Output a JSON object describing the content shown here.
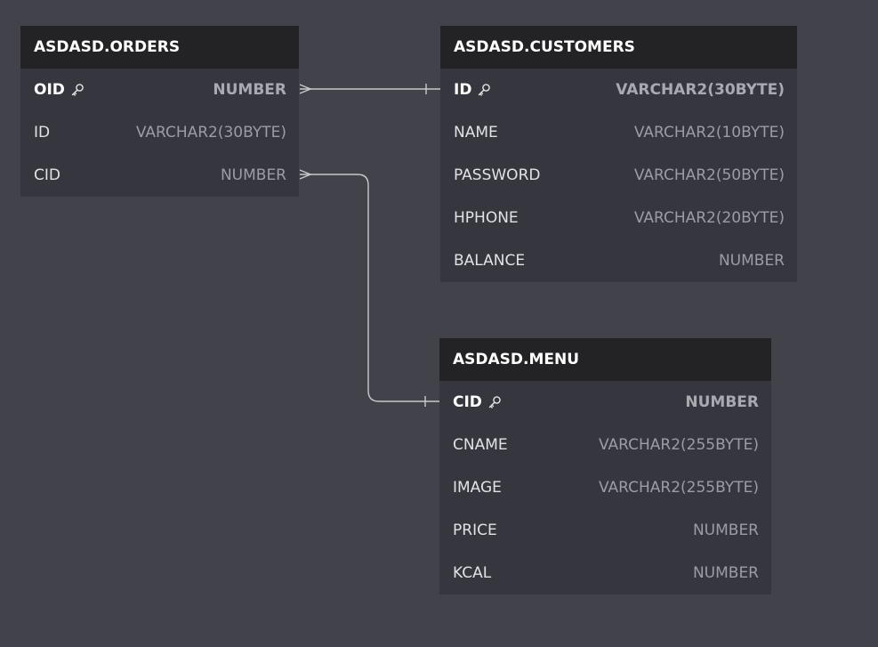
{
  "tables": {
    "orders": {
      "title": "ASDASD.ORDERS",
      "columns": [
        {
          "name": "OID",
          "type": "NUMBER",
          "primary_key": true
        },
        {
          "name": "ID",
          "type": "VARCHAR2(30BYTE)",
          "primary_key": false
        },
        {
          "name": "CID",
          "type": "NUMBER",
          "primary_key": false
        }
      ]
    },
    "customers": {
      "title": "ASDASD.CUSTOMERS",
      "columns": [
        {
          "name": "ID",
          "type": "VARCHAR2(30BYTE)",
          "primary_key": true
        },
        {
          "name": "NAME",
          "type": "VARCHAR2(10BYTE)",
          "primary_key": false
        },
        {
          "name": "PASSWORD",
          "type": "VARCHAR2(50BYTE)",
          "primary_key": false
        },
        {
          "name": "HPHONE",
          "type": "VARCHAR2(20BYTE)",
          "primary_key": false
        },
        {
          "name": "BALANCE",
          "type": "NUMBER",
          "primary_key": false
        }
      ]
    },
    "menu": {
      "title": "ASDASD.MENU",
      "columns": [
        {
          "name": "CID",
          "type": "NUMBER",
          "primary_key": true
        },
        {
          "name": "CNAME",
          "type": "VARCHAR2(255BYTE)",
          "primary_key": false
        },
        {
          "name": "IMAGE",
          "type": "VARCHAR2(255BYTE)",
          "primary_key": false
        },
        {
          "name": "PRICE",
          "type": "NUMBER",
          "primary_key": false
        },
        {
          "name": "KCAL",
          "type": "NUMBER",
          "primary_key": false
        }
      ]
    }
  },
  "relationships": [
    {
      "from": "ASDASD.ORDERS.OID",
      "to": "ASDASD.CUSTOMERS.ID",
      "from_end": "many",
      "to_end": "one"
    },
    {
      "from": "ASDASD.ORDERS.CID",
      "to": "ASDASD.MENU.CID",
      "from_end": "many",
      "to_end": "one"
    }
  ],
  "colors": {
    "canvas": "#41424a",
    "table_body": "#35363e",
    "table_header": "#232325",
    "connector": "#c8c8ce"
  },
  "icons": {
    "primary_key": "key-icon"
  }
}
